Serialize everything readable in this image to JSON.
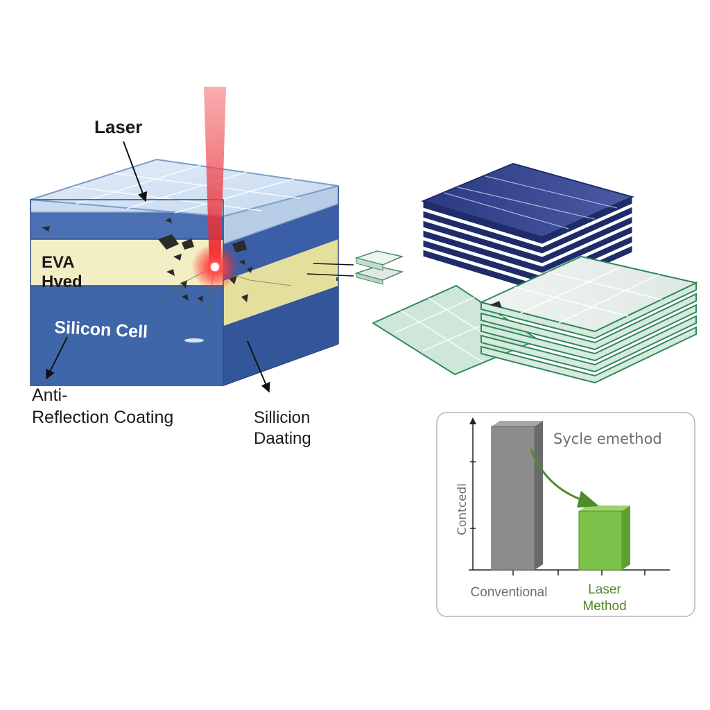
{
  "labels": {
    "laser": "Laser",
    "eva_line1": "EVA",
    "eva_line2": "Hved",
    "silicon_cell": "Silicon Cell",
    "anti_line1": "Anti-",
    "anti_line2": "Reflection Coating",
    "sil_line1": "Sillicion",
    "sil_line2": "Daating"
  },
  "colors": {
    "laser_beam": "#e8202a",
    "glass": "#cfe0f2",
    "eva": "#f3efc4",
    "silicon": "#3f66a8",
    "blue_stack": "#2e3f86",
    "glass_stack_edge": "#2f8a5a",
    "bar_conventional": "#8c8c8c",
    "bar_laser": "#7cc24a",
    "arrow_green": "#4f8a2b"
  },
  "chart_data": {
    "type": "bar",
    "title": "Sycle emethod",
    "ylabel": "Contcedl",
    "categories": [
      "Conventional",
      "Laser Method"
    ],
    "category_lines": [
      [
        "Conventional"
      ],
      [
        "Laser",
        "Method"
      ]
    ],
    "values": [
      100,
      41
    ],
    "ylim": [
      0,
      100
    ],
    "grid": false,
    "colors": [
      "#8c8c8c",
      "#7cc24a"
    ]
  }
}
